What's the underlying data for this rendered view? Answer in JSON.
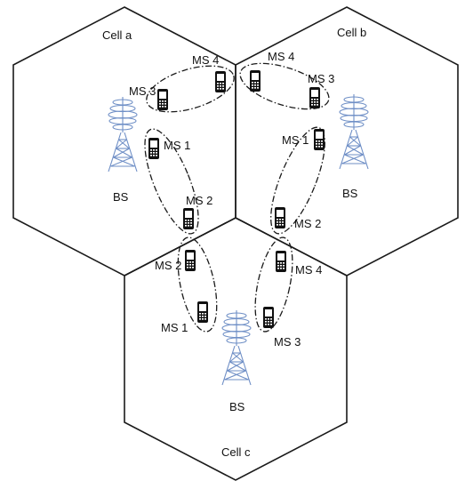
{
  "colors": {
    "tower": "#6f8fc6",
    "line": "#1a1a1a",
    "phone": "#111111"
  },
  "icons": {
    "mobile_station": "mobile-phone-icon",
    "base_station": "cell-tower-icon"
  },
  "cells": {
    "a": {
      "label": "Cell a",
      "bs_label": "BS",
      "ms": {
        "ms1": "MS 1",
        "ms2": "MS 2",
        "ms3": "MS 3",
        "ms4": "MS 4"
      }
    },
    "b": {
      "label": "Cell b",
      "bs_label": "BS",
      "ms": {
        "ms1": "MS 1",
        "ms2": "MS 2",
        "ms3": "MS 3",
        "ms4": "MS 4"
      }
    },
    "c": {
      "label": "Cell c",
      "bs_label": "BS",
      "ms": {
        "ms1": "MS 1",
        "ms2": "MS 2",
        "ms3": "MS 3",
        "ms4": "MS 4"
      }
    }
  }
}
